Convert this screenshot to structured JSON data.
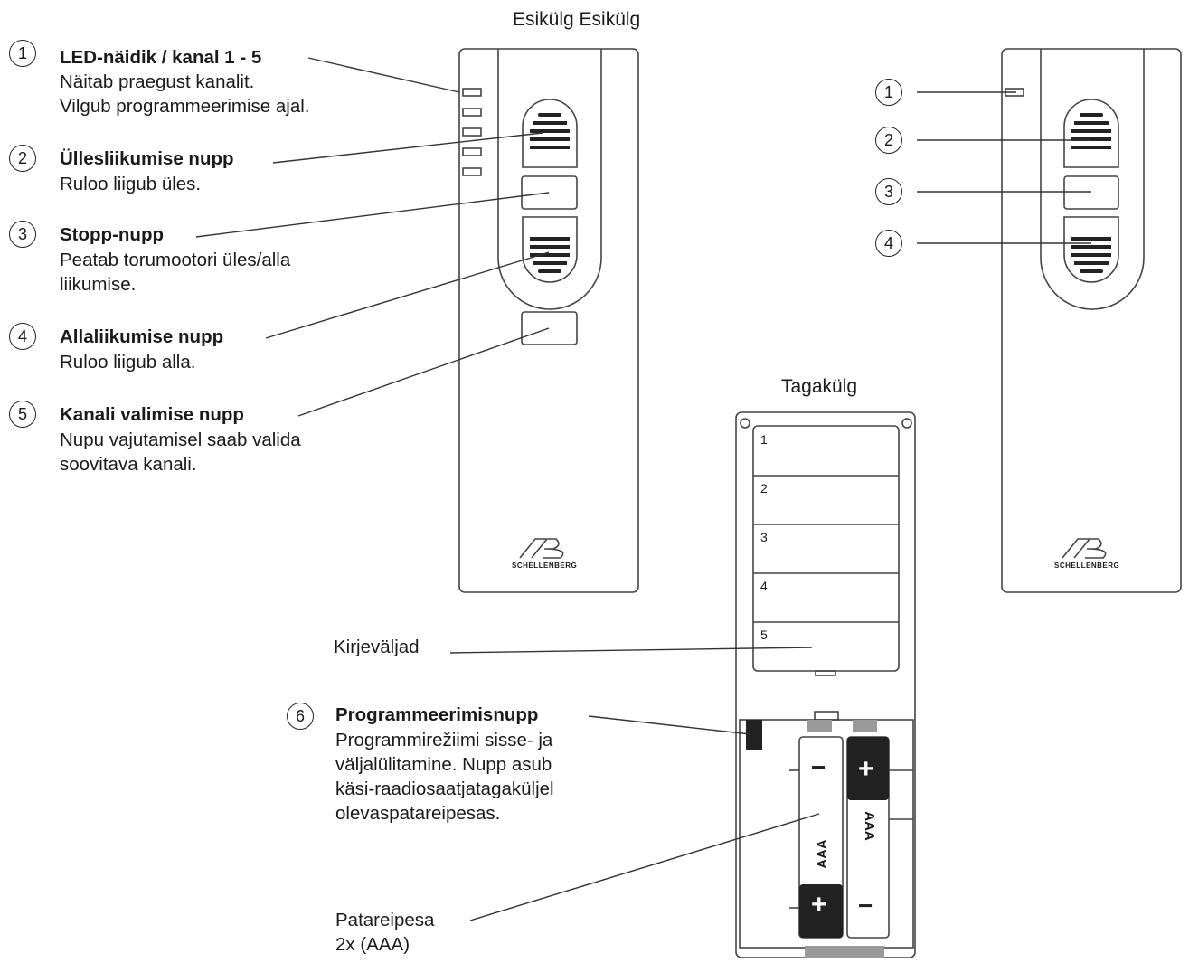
{
  "captions": {
    "front": "Esikülg Esikülg",
    "back": "Tagakülg"
  },
  "items": [
    {
      "num": "1",
      "title": "LED-näidik / kanal 1 - 5",
      "desc": [
        "Näitab praegust kanalit.",
        "Vilgub programmeerimise ajal."
      ]
    },
    {
      "num": "2",
      "title": "Üllesliikumise nupp",
      "desc": [
        "Ruloo liigub üles."
      ]
    },
    {
      "num": "3",
      "title": "Stopp-nupp",
      "desc": [
        "Peatab torumootori üles/alla",
        "liikumise."
      ]
    },
    {
      "num": "4",
      "title": "Allaliikumise nupp",
      "desc": [
        "Ruloo liigub alla."
      ]
    },
    {
      "num": "5",
      "title": "Kanali valimise nupp",
      "desc": [
        "Nupu vajutamisel saab valida",
        "soovitava kanali."
      ]
    },
    {
      "num": "6",
      "title": "Programmeerimisnupp",
      "desc": [
        "Programmirežiimi sisse- ja",
        "väljalülitamine. Nupp asub",
        "käsi-raadiosaatjatagaküljel",
        "olevaspatareipesas."
      ]
    }
  ],
  "right_remote_callouts": [
    "1",
    "2",
    "3",
    "4"
  ],
  "labels": {
    "label_fields": "Kirjeväljad",
    "battery_line1": "Patareipesa",
    "battery_line2": "2x (AAA)"
  },
  "slots": [
    "1",
    "2",
    "3",
    "4",
    "5"
  ],
  "battery": {
    "type": "AAA",
    "plus": "+",
    "minus": "−"
  },
  "logo": {
    "brand": "SCHELLENBERG"
  }
}
